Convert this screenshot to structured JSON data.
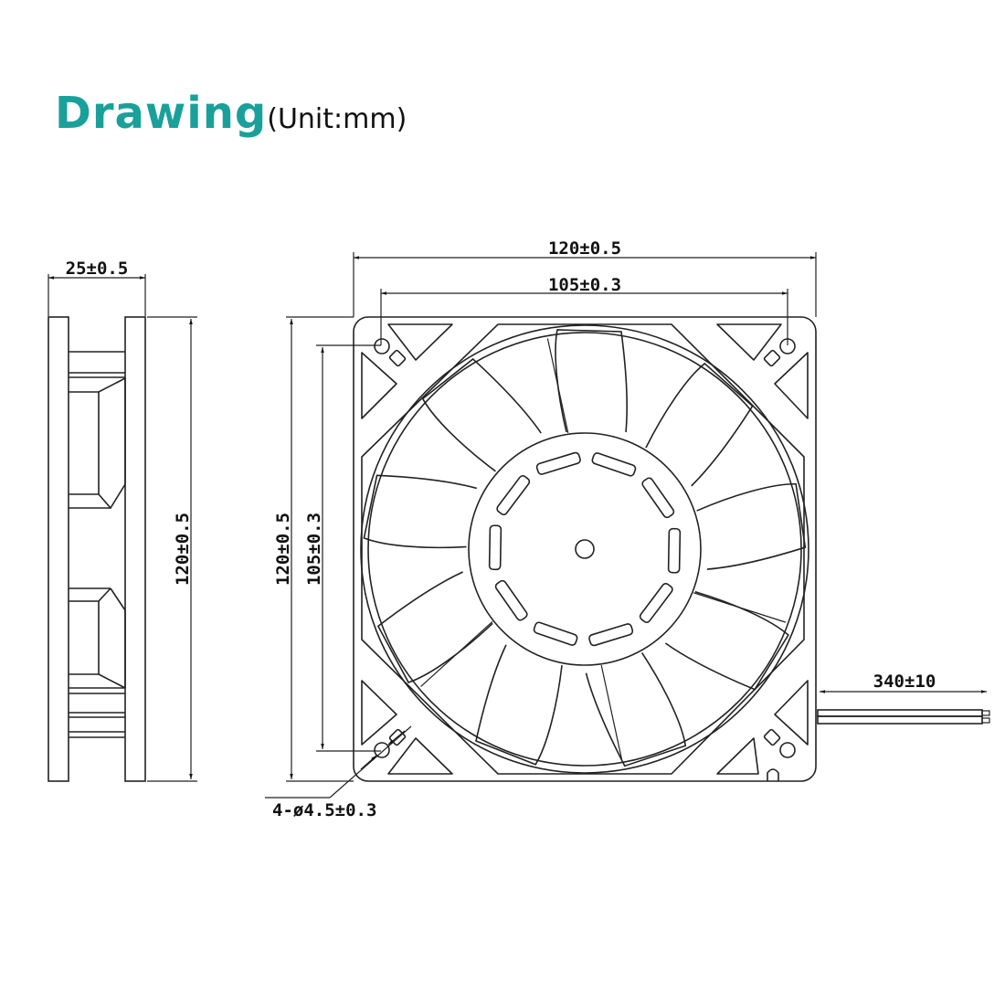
{
  "header": {
    "title": "Drawing",
    "unit_label": "(Unit:mm)",
    "title_color": "#1aa09a"
  },
  "side_view": {
    "thickness_label": "25±0.5",
    "height_label": "120±0.5"
  },
  "front_view": {
    "width_label": "120±0.5",
    "hole_spacing_h_label": "105±0.3",
    "height_label": "120±0.5",
    "hole_spacing_v_label": "105±0.3",
    "mounting_hole_label": "4-ø4.5±0.3",
    "blade_count": 9,
    "hub_slot_count": 10
  },
  "cable": {
    "length_label": "340±10"
  }
}
